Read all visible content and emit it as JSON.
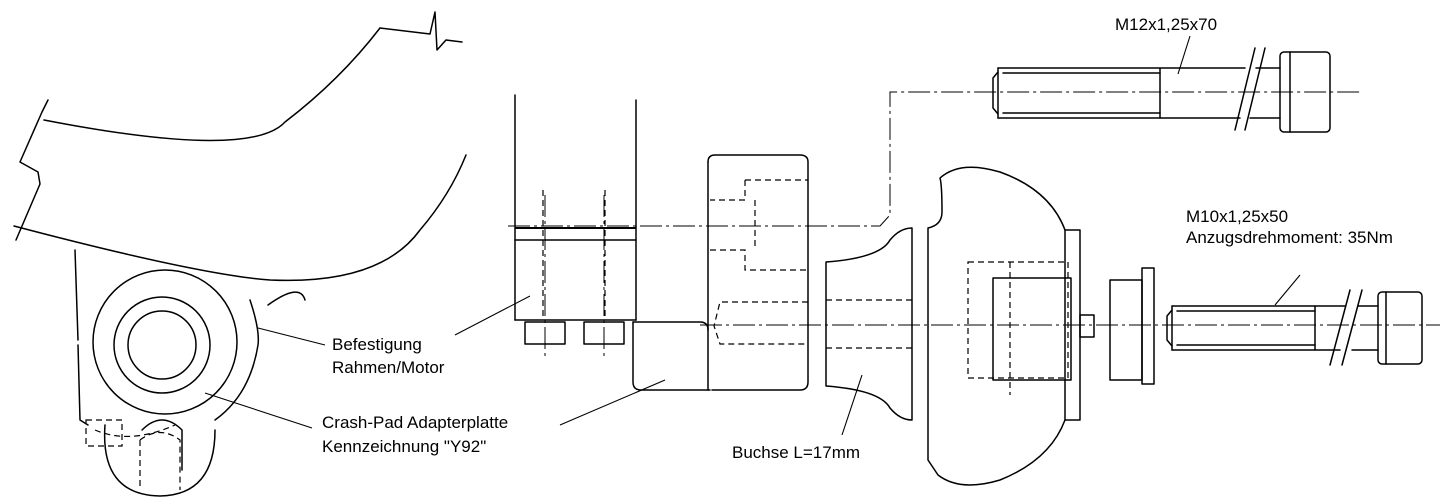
{
  "labels": {
    "screw_large": "M12x1,25x70",
    "screw_small": "M10x1,25x50",
    "torque": "Anzugsdrehmoment: 35Nm",
    "mount_line1": "Befestigung",
    "mount_line2": "Rahmen/Motor",
    "adapter_line1": "Crash-Pad Adapterplatte",
    "adapter_line2": "Kennzeichnung \"Y92\"",
    "bushing": "Buchse L=17mm"
  }
}
